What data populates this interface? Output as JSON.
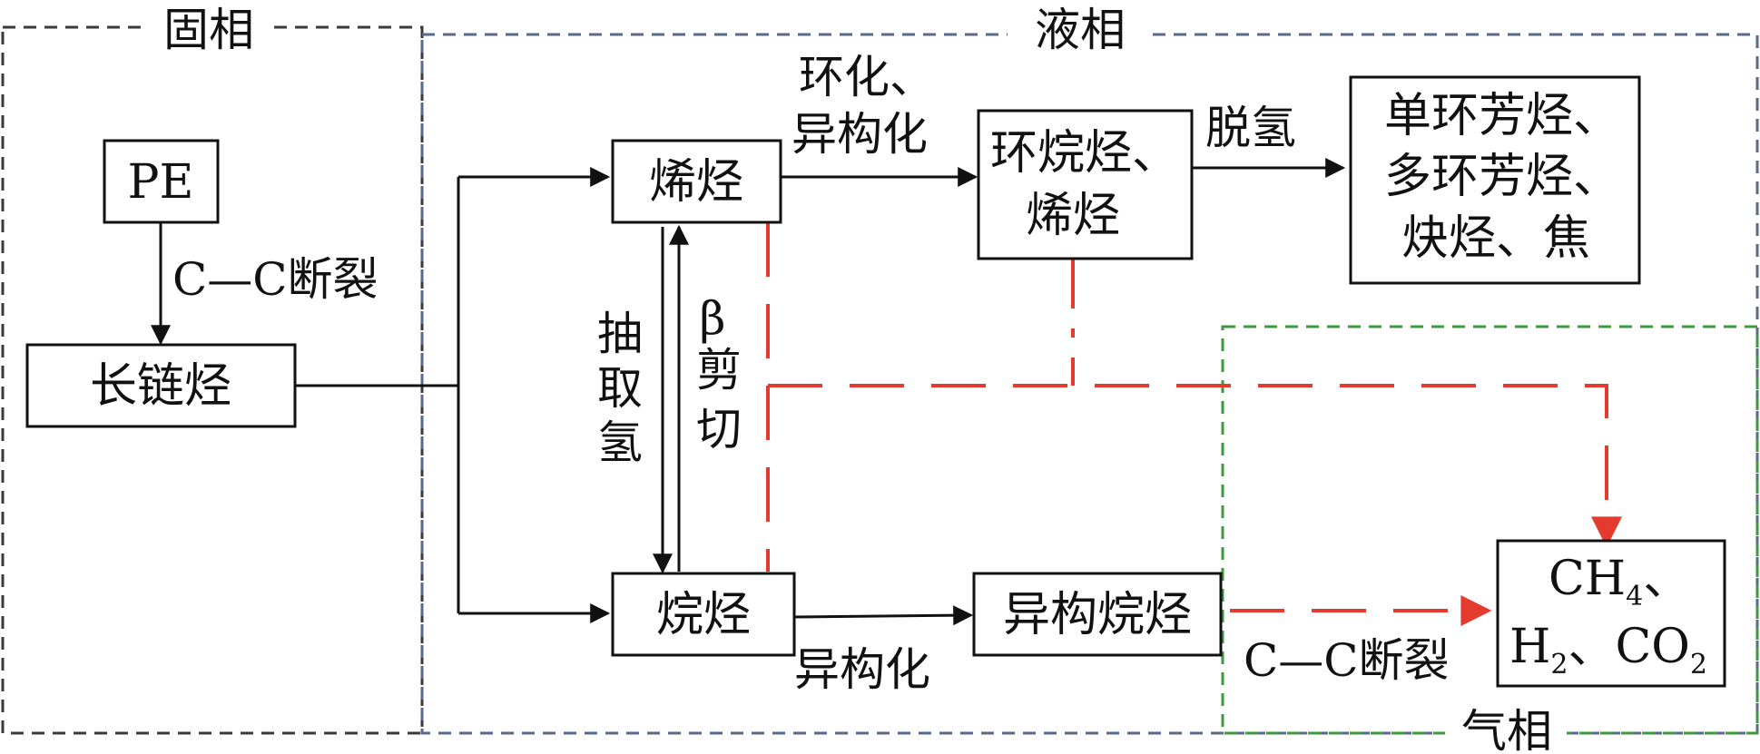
{
  "phases": {
    "solid": "固相",
    "liquid": "液相",
    "gas": "气相"
  },
  "nodes": {
    "pe": "PE",
    "long_chain": "长链烃",
    "alkene": "烯烃",
    "alkane": "烷烃",
    "cycloalkane_lines": [
      "环烷烃、",
      "烯烃"
    ],
    "isoalkane": "异构烷烃",
    "aromatics_lines": [
      "单环芳烃、",
      "多环芳烃、",
      "炔烃、焦"
    ],
    "gas_products": {
      "ch": "CH",
      "ch_sub": "4",
      "ch_suffix": "、",
      "h": "H",
      "h_sub": "2",
      "mid": "、",
      "co": "CO",
      "co_sub": "2"
    }
  },
  "edge_labels": {
    "cc_break_top": "C—C断裂",
    "cyclization_lines": [
      "环化、",
      "异构化"
    ],
    "dehydrogenation": "脱氢",
    "h_abstraction_chars": [
      "抽",
      "取",
      "氢"
    ],
    "beta_scission_chars": [
      "β",
      "剪",
      "切"
    ],
    "isomerization": "异构化",
    "cc_break_bottom": "C—C断裂"
  },
  "colors": {
    "solid_phase": "#3a3a3a",
    "liquid_phase": "#5a6a8a",
    "gas_phase": "#3f9a3f",
    "red_path": "#e53a2e",
    "ink": "#111111"
  }
}
